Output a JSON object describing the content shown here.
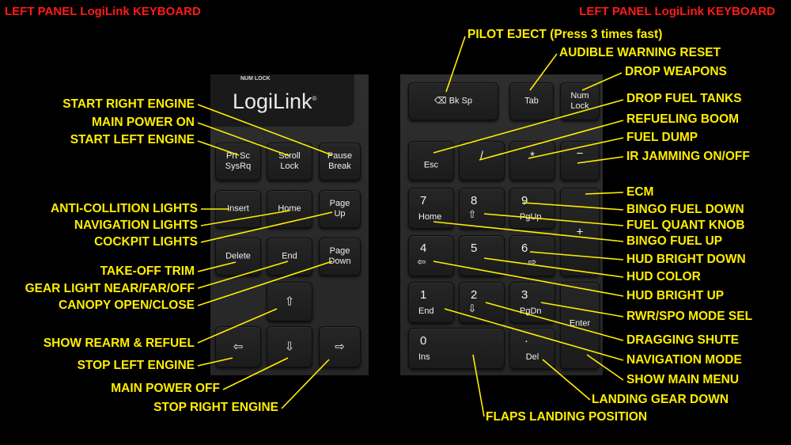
{
  "titles": {
    "left": "LEFT PANEL LogiLink KEYBOARD",
    "right": "LEFT PANEL LogiLink KEYBOARD"
  },
  "keyboard": {
    "brand": "LogiLink",
    "brand_mark": "®",
    "num_lock_led": "NUM LOCK"
  },
  "left_keys": {
    "prtsc": "Prt Sc\nSysRq",
    "scroll": "Scroll\nLock",
    "pause": "Pause\nBreak",
    "insert": "Insert",
    "home": "Home",
    "pageup": "Page\nUp",
    "delete": "Delete",
    "end": "End",
    "pagedown": "Page\nDown",
    "up": "⇧",
    "left": "⇦",
    "down": "⇩",
    "right": "⇨"
  },
  "right_keys": {
    "bksp": "Bk Sp",
    "bksp_icon": "⌫",
    "tab": "Tab",
    "numlock": "Num\nLock",
    "esc": "Esc",
    "slash": "/",
    "star": "*",
    "minus": "−",
    "plus": "+",
    "enter": "Enter",
    "n7": "7",
    "n7_sub": "Home",
    "n8": "8",
    "n8_sub": "⇧",
    "n9": "9",
    "n9_sub": "PgUp",
    "n4": "4",
    "n4_sub": "⇦",
    "n5": "5",
    "n6": "6",
    "n6_sub": "⇨",
    "n1": "1",
    "n1_sub": "End",
    "n2": "2",
    "n2_sub": "⇩",
    "n3": "3",
    "n3_sub": "PgDn",
    "n0": "0",
    "n0_sub": "Ins",
    "dot": "·",
    "dot_sub": "Del"
  },
  "labels_left": {
    "start_right_engine": "START RIGHT ENGINE",
    "main_power_on": "MAIN POWER ON",
    "start_left_engine": "START LEFT ENGINE",
    "anti_collition": "ANTI-COLLITION LIGHTS",
    "navigation_lights": "NAVIGATION LIGHTS",
    "cockpit_lights": "COCKPIT LIGHTS",
    "takeoff_trim": "TAKE-OFF TRIM",
    "gear_light": "GEAR LIGHT NEAR/FAR/OFF",
    "canopy": "CANOPY OPEN/CLOSE",
    "show_rearm": "SHOW REARM & REFUEL",
    "stop_left_engine": "STOP LEFT ENGINE",
    "main_power_off": "MAIN POWER OFF",
    "stop_right_engine": "STOP RIGHT ENGINE"
  },
  "labels_right": {
    "pilot_eject": "PILOT EJECT (Press 3 times fast)",
    "audible_warning": "AUDIBLE WARNING RESET",
    "drop_weapons": "DROP WEAPONS",
    "drop_fuel_tanks": "DROP FUEL TANKS",
    "refueling_boom": "REFUELING BOOM",
    "fuel_dump": "FUEL DUMP",
    "ir_jamming": "IR JAMMING ON/OFF",
    "ecm": "ECM",
    "bingo_down": "BINGO FUEL DOWN",
    "fuel_quant": "FUEL QUANT KNOB",
    "bingo_up": "BINGO FUEL UP",
    "hud_bright_down": "HUD BRIGHT DOWN",
    "hud_color": "HUD COLOR",
    "hud_bright_up": "HUD BRIGHT UP",
    "rwr_spo": "RWR/SPO MODE SEL",
    "dragging_shute": "DRAGGING SHUTE",
    "navigation_mode": "NAVIGATION MODE",
    "show_main_menu": "SHOW MAIN MENU",
    "landing_gear": "LANDING GEAR DOWN",
    "flaps": "FLAPS LANDING POSITION"
  },
  "colors": {
    "title": "#ff1a1a",
    "label": "#ffee00",
    "background": "#000000",
    "panel": "#2a2a2a",
    "key": "#1e1e1e"
  }
}
